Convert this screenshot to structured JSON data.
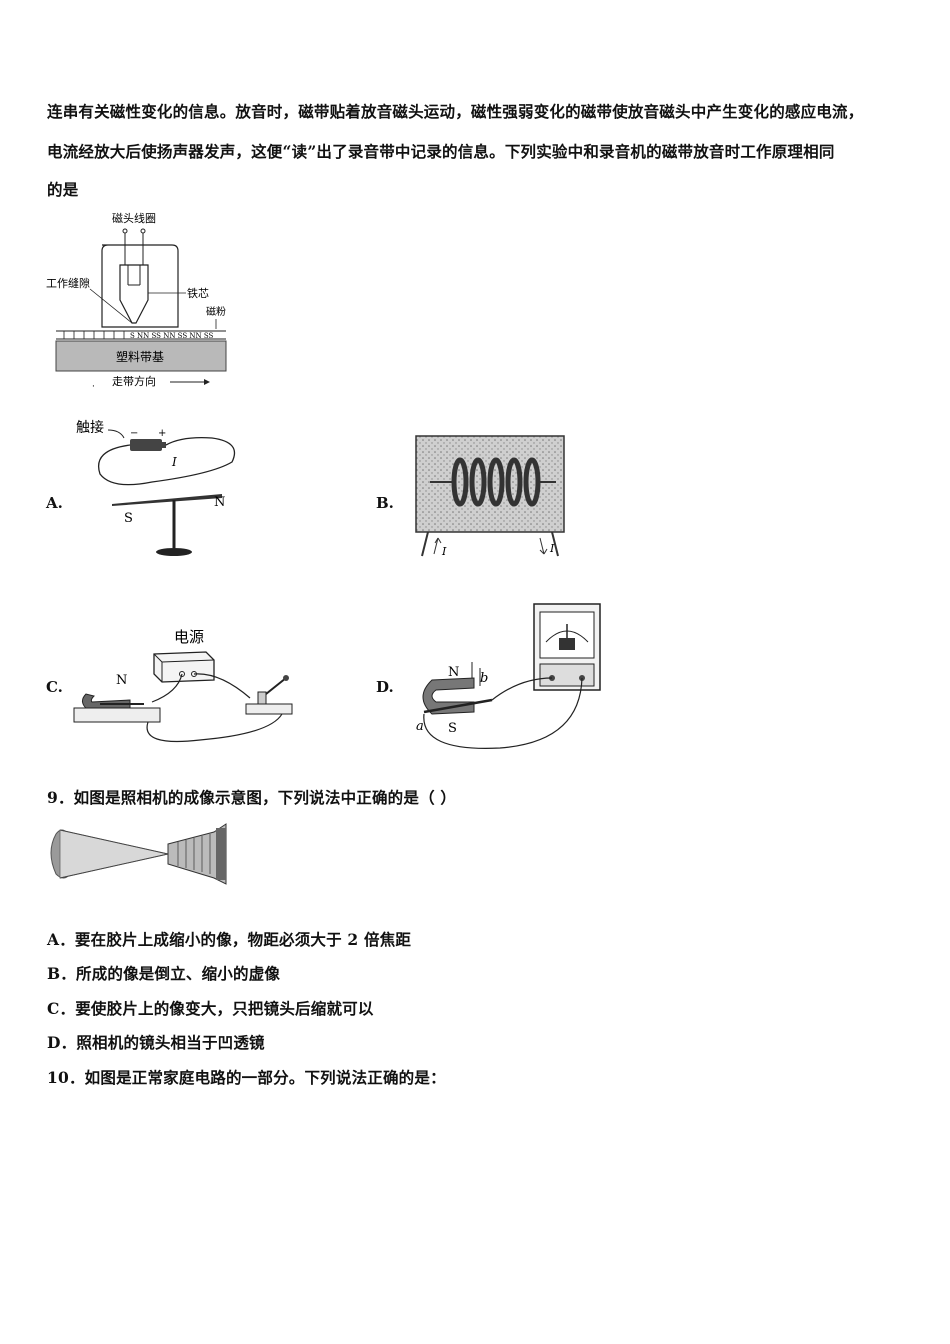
{
  "q8_text": {
    "line1": "连串有关磁性变化的信息。放音时，磁带贴着放音磁头运动，磁性强弱变化的磁带使放音磁头中产生变化的感应电流，",
    "line2": "电流经放大后使扬声器发声，这便“读”出了录音带中记录的信息。下列实验中和录音机的磁带放音时工作原理相同",
    "line3": "的是"
  },
  "head_figure": {
    "coil_label": "磁头线圈",
    "gap_label": "工作缝隙",
    "core_label": "铁芯",
    "powder_label": "磁粉",
    "base_label": "塑料带基",
    "direction_label": "走带方向",
    "tape_poles": "S NN SS NN SS NN SS"
  },
  "q8_options": {
    "A": {
      "label": "A.",
      "touch": "触接",
      "minus": "−",
      "plus": "+",
      "current": "I",
      "s": "S",
      "n": "N"
    },
    "B": {
      "label": "B.",
      "i1": "I",
      "i2": "I"
    },
    "C": {
      "label": "C.",
      "power": "电源",
      "n": "N"
    },
    "D": {
      "label": "D.",
      "n": "N",
      "b": "b",
      "a": "a",
      "s": "S"
    }
  },
  "q9": {
    "stem": "9．如图是照相机的成像示意图，下列说法中正确的是（ ）",
    "options": [
      "A．要在胶片上成缩小的像，物距必须大于 2 倍焦距",
      "B．所成的像是倒立、缩小的虚像",
      "C．要使胶片上的像变大，只把镜头后缩就可以",
      "D．照相机的镜头相当于凹透镜"
    ]
  },
  "q10": {
    "stem": "10．如图是正常家庭电路的一部分。下列说法正确的是："
  }
}
